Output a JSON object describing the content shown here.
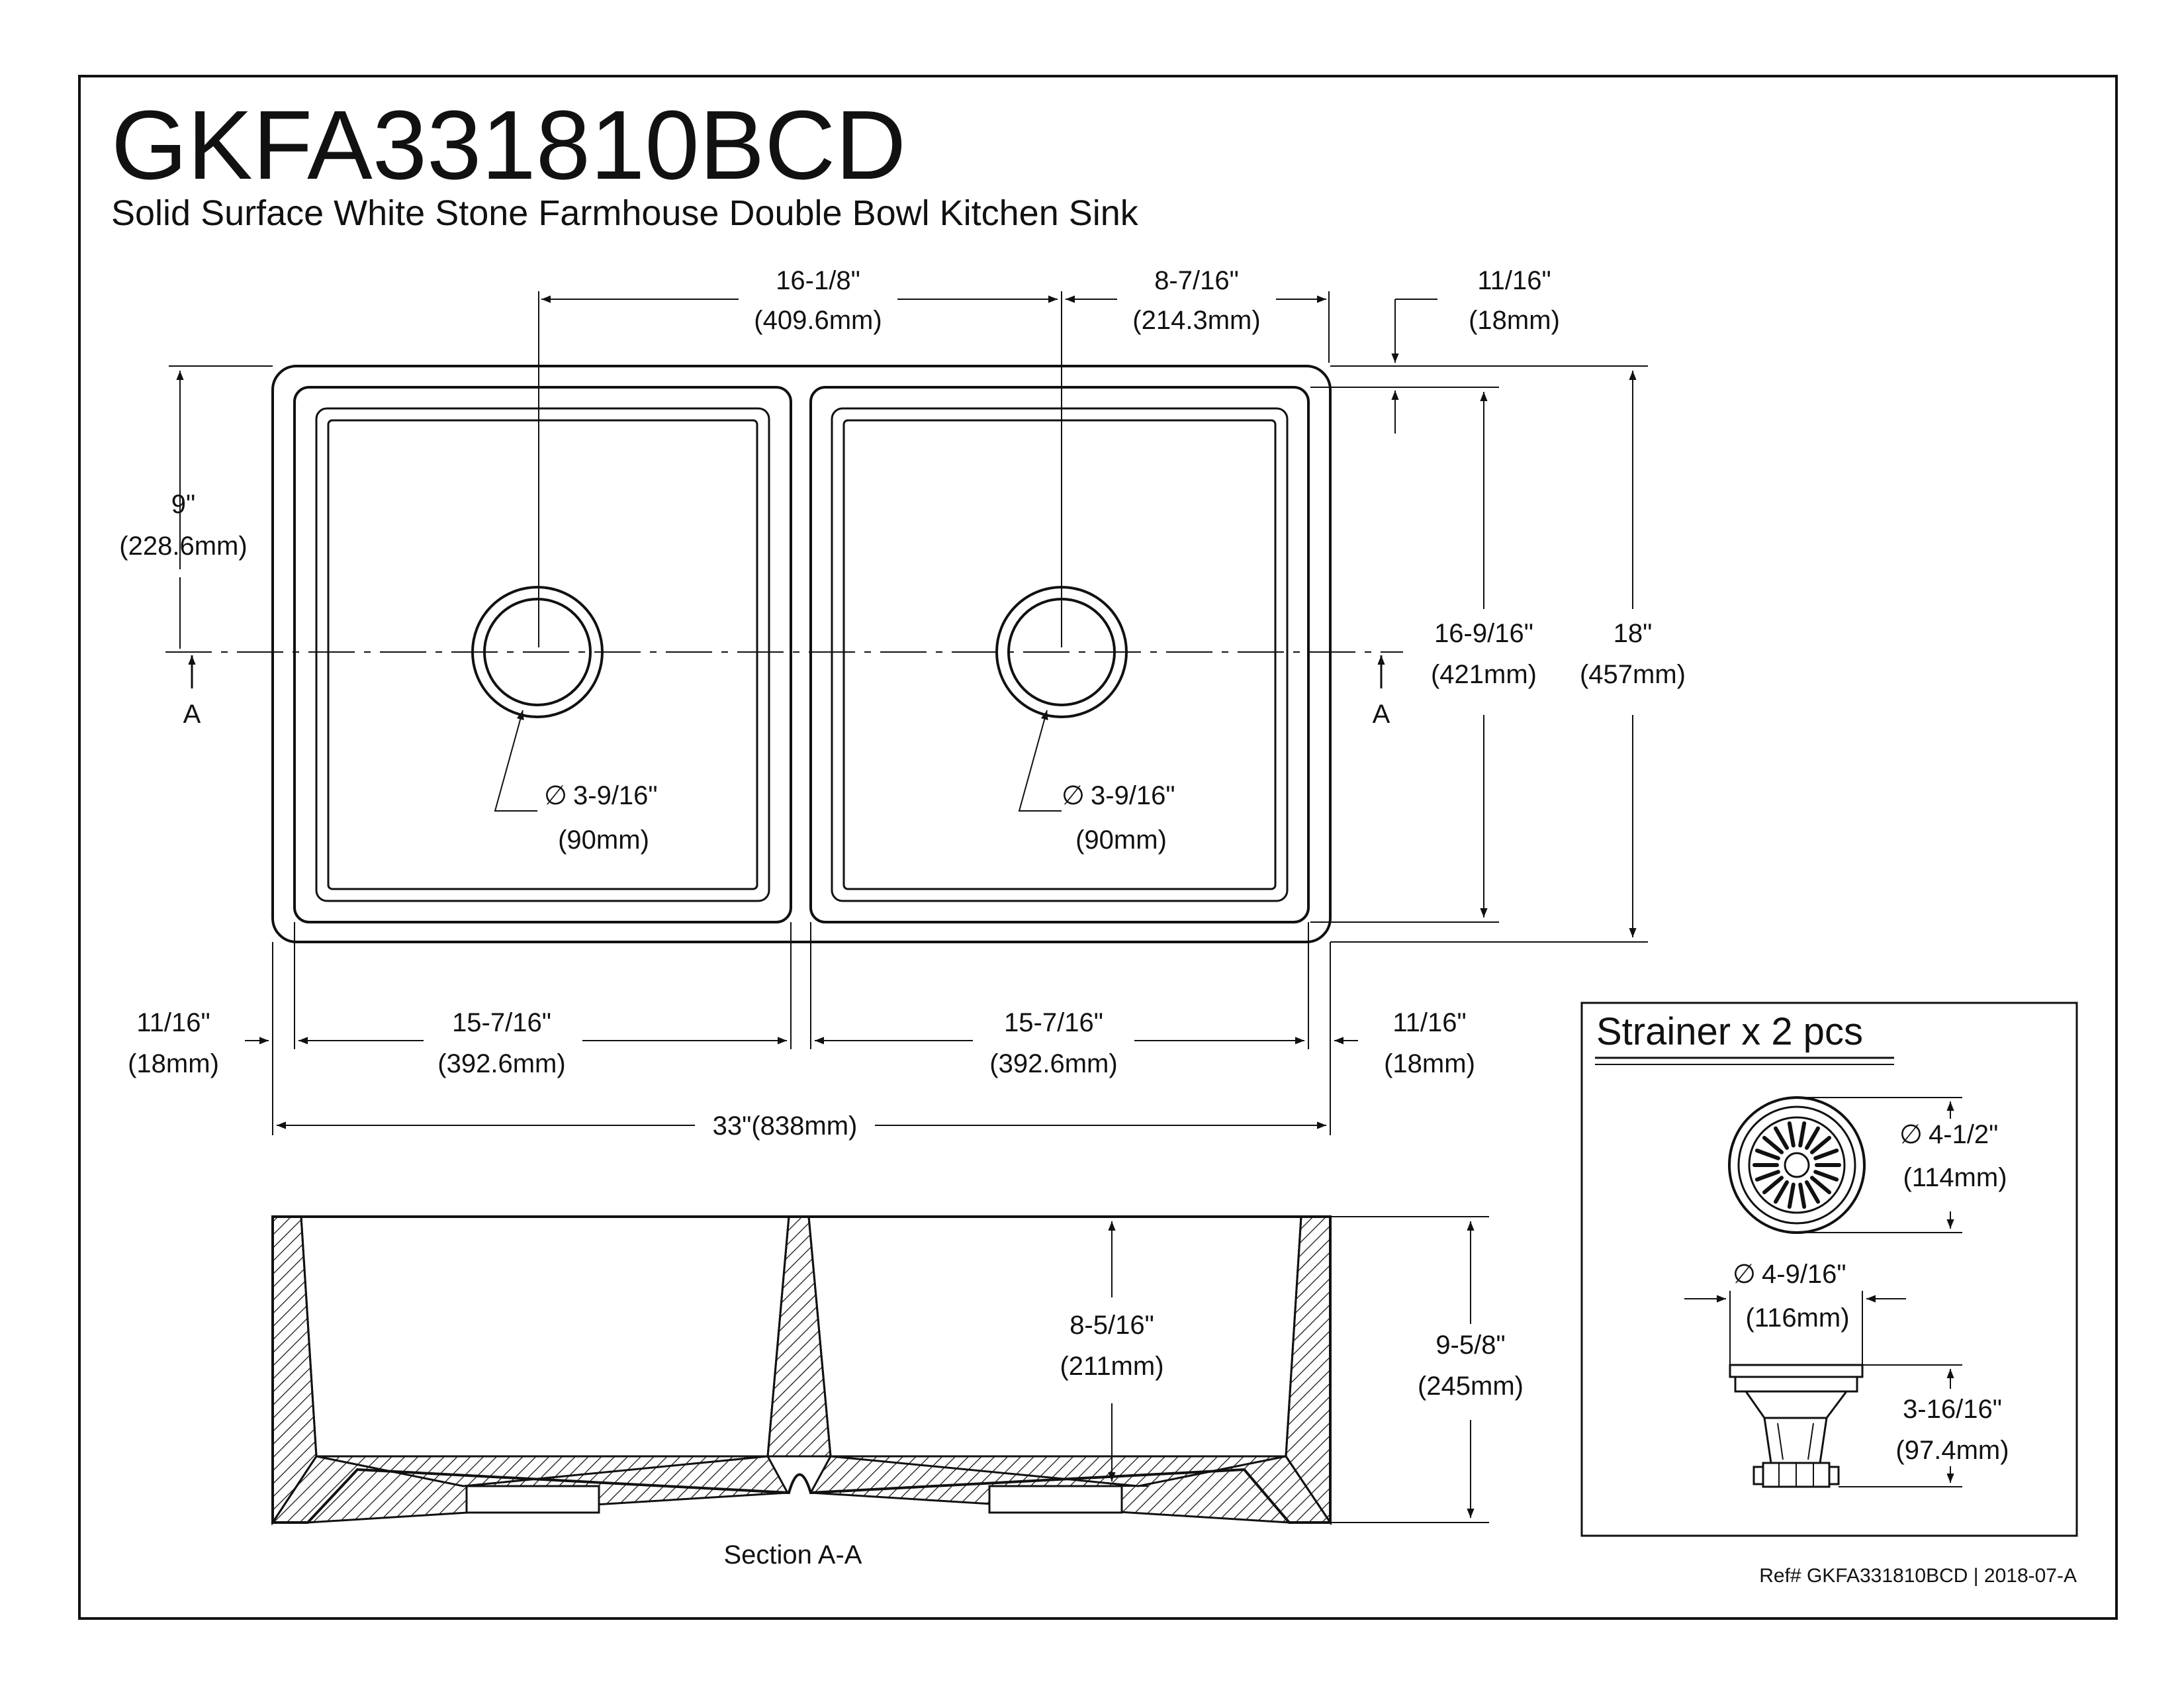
{
  "header": {
    "model": "GKFA331810BCD",
    "subtitle": "Solid Surface White Stone Farmhouse Double Bowl Kitchen Sink"
  },
  "plan_view": {
    "section_marker": "A",
    "top_dims": [
      {
        "imperial": "16-1/8\"",
        "metric": "(409.6mm)"
      },
      {
        "imperial": "8-7/16\"",
        "metric": "(214.3mm)"
      },
      {
        "imperial": "11/16\"",
        "metric": "(18mm)"
      }
    ],
    "left_dim": {
      "imperial": "9\"",
      "metric": "(228.6mm)"
    },
    "right_dims": [
      {
        "imperial": "16-9/16\"",
        "metric": "(421mm)"
      },
      {
        "imperial": "18\"",
        "metric": "(457mm)"
      }
    ],
    "drain_dims": [
      {
        "symbol": "∅",
        "imperial": "3-9/16\"",
        "metric": "(90mm)"
      },
      {
        "symbol": "∅",
        "imperial": "3-9/16\"",
        "metric": "(90mm)"
      }
    ],
    "bottom_dims": [
      {
        "imperial": "11/16\"",
        "metric": "(18mm)"
      },
      {
        "imperial": "15-7/16\"",
        "metric": "(392.6mm)"
      },
      {
        "imperial": "15-7/16\"",
        "metric": "(392.6mm)"
      },
      {
        "imperial": "11/16\"",
        "metric": "(18mm)"
      }
    ],
    "overall_width": "33\"(838mm)"
  },
  "section_view": {
    "caption": "Section A-A",
    "depth_inner": {
      "imperial": "8-5/16\"",
      "metric": "(211mm)"
    },
    "depth_outer": {
      "imperial": "9-5/8\"",
      "metric": "(245mm)"
    }
  },
  "strainer": {
    "title": "Strainer x 2 pcs",
    "top_dim": {
      "symbol": "∅",
      "imperial": "4-1/2\"",
      "metric": "(114mm)"
    },
    "flange_dim": {
      "symbol": "∅",
      "imperial": "4-9/16\"",
      "metric": "(116mm)"
    },
    "height_dim": {
      "imperial": "3-16/16\"",
      "metric": "(97.4mm)"
    }
  },
  "footer": {
    "ref": "Ref# GKFA331810BCD | 2018-07-A"
  }
}
